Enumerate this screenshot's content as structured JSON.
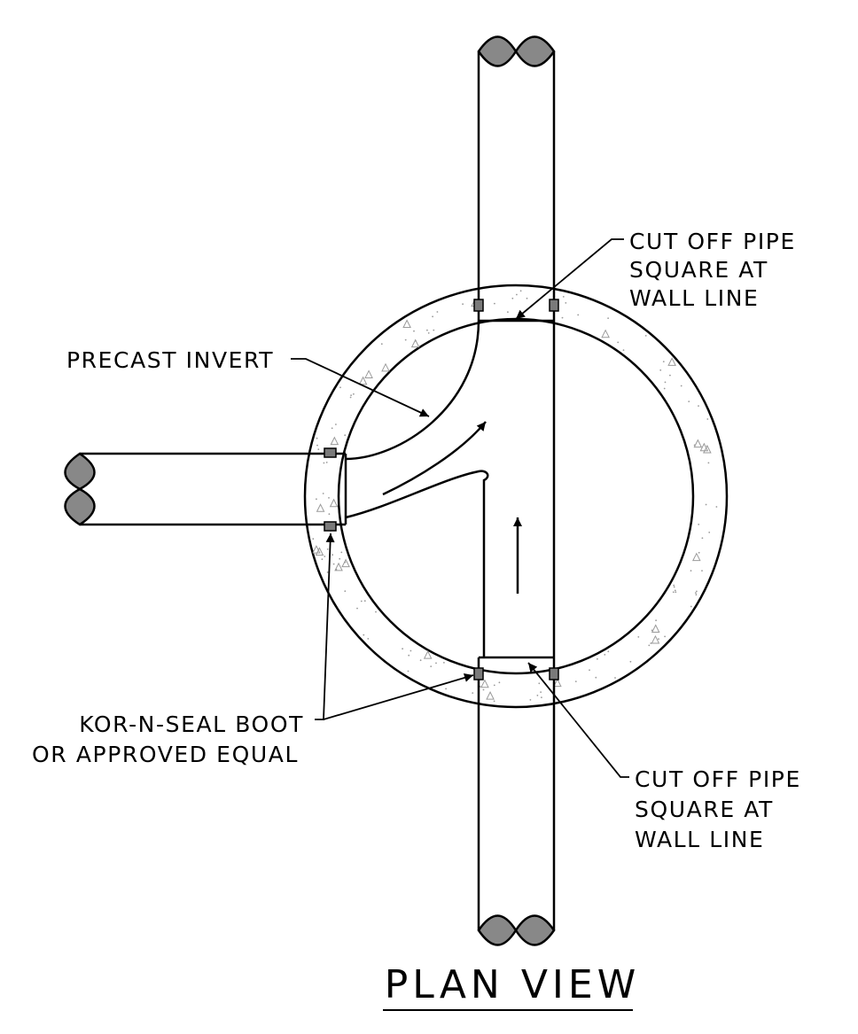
{
  "colors": {
    "ink": "#000000",
    "pipe_break_fill": "#888888",
    "boot_fill": "#7a7a7a",
    "concrete_speckle": "#9a9a9a",
    "background": "#ffffff"
  },
  "labels": {
    "precast_invert": "PRECAST INVERT",
    "cut_off_top": [
      "CUT OFF PIPE",
      "SQUARE AT",
      "WALL LINE"
    ],
    "cut_off_bottom": [
      "CUT OFF PIPE",
      "SQUARE AT",
      "WALL LINE"
    ],
    "boot": [
      "KOR-N-SEAL BOOT",
      "OR APPROVED EQUAL"
    ]
  },
  "title": "PLAN VIEW"
}
